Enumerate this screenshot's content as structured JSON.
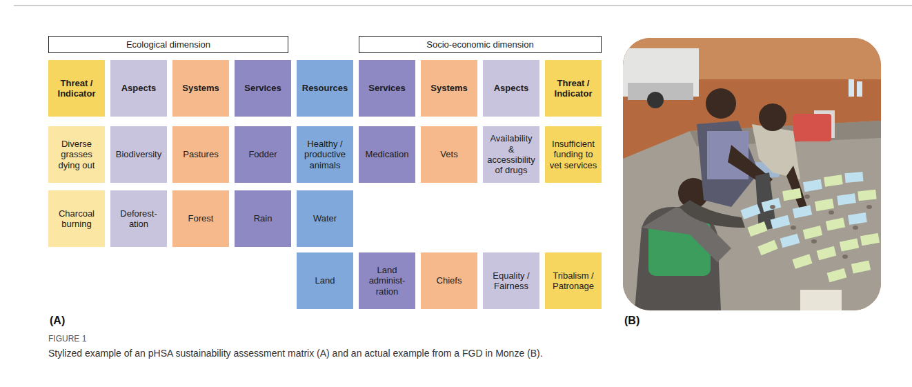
{
  "diagram": {
    "caption": "Stylized example of an pHSA sustainability assessment matrix (A) and an actual example from a FGD in Monze (B).",
    "nodes": [
      {
        "text": [
          "Ecological dimension"
        ]
      },
      {
        "text": [
          "Socio-economic dimension"
        ]
      },
      {
        "text": [
          "Threat / Indicator"
        ]
      },
      {
        "text": [
          "Aspects"
        ]
      },
      {
        "text": [
          "Systems"
        ]
      },
      {
        "text": [
          "Services"
        ]
      },
      {
        "text": [
          "Resources"
        ]
      },
      {
        "text": [
          "Services"
        ]
      },
      {
        "text": [
          "Systems"
        ]
      },
      {
        "text": [
          "Aspects"
        ]
      },
      {
        "text": [
          "Threat / Indicator"
        ]
      },
      {
        "text": [
          "Diverse grasses dying out"
        ]
      },
      {
        "text": [
          "Biodiversity"
        ]
      },
      {
        "text": [
          "Pastures"
        ]
      },
      {
        "text": [
          "Fodder"
        ]
      },
      {
        "text": [
          "Healthy / productive animals"
        ]
      },
      {
        "text": [
          "Medication"
        ]
      },
      {
        "text": [
          "Vets"
        ]
      },
      {
        "text": [
          "Availability & accessibility of drugs"
        ]
      },
      {
        "text": [
          "Insufficient funding to vet services"
        ]
      },
      {
        "text": [
          "Charcoal burning"
        ]
      },
      {
        "text": [
          "Deforest-ation"
        ]
      },
      {
        "text": [
          "Forest"
        ]
      },
      {
        "text": [
          "Rain"
        ]
      },
      {
        "text": [
          "Water"
        ]
      },
      {
        "text": [
          "Land"
        ]
      },
      {
        "text": [
          "Land administ-ration"
        ]
      },
      {
        "text": [
          "Chiefs"
        ]
      },
      {
        "text": [
          "Equality / Fairness"
        ]
      },
      {
        "text": [
          "Tribalism / Patronage"
        ]
      }
    ],
    "labels": [
      "(A)",
      "(B)",
      "FIGURE 1"
    ]
  }
}
